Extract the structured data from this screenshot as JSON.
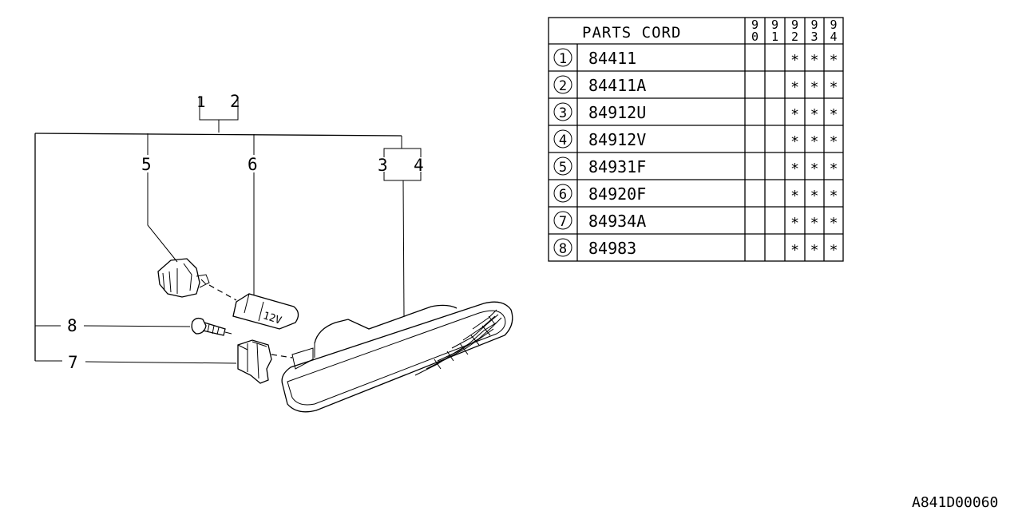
{
  "table": {
    "header": "PARTS CORD",
    "years": [
      {
        "top": "9",
        "bottom": "0"
      },
      {
        "top": "9",
        "bottom": "1"
      },
      {
        "top": "9",
        "bottom": "2"
      },
      {
        "top": "9",
        "bottom": "3"
      },
      {
        "top": "9",
        "bottom": "4"
      }
    ],
    "rows": [
      {
        "no": "1",
        "part": "84411",
        "marks": [
          "",
          "",
          "*",
          "*",
          "*"
        ]
      },
      {
        "no": "2",
        "part": "84411A",
        "marks": [
          "",
          "",
          "*",
          "*",
          "*"
        ]
      },
      {
        "no": "3",
        "part": "84912U",
        "marks": [
          "",
          "",
          "*",
          "*",
          "*"
        ]
      },
      {
        "no": "4",
        "part": "84912V",
        "marks": [
          "",
          "",
          "*",
          "*",
          "*"
        ]
      },
      {
        "no": "5",
        "part": "84931F",
        "marks": [
          "",
          "",
          "*",
          "*",
          "*"
        ]
      },
      {
        "no": "6",
        "part": "84920F",
        "marks": [
          "",
          "",
          "*",
          "*",
          "*"
        ]
      },
      {
        "no": "7",
        "part": "84934A",
        "marks": [
          "",
          "",
          "*",
          "*",
          "*"
        ]
      },
      {
        "no": "8",
        "part": "84983",
        "marks": [
          "",
          "",
          "*",
          "*",
          "*"
        ]
      }
    ]
  },
  "callouts": {
    "c1": "1",
    "c2": "2",
    "c3": "3",
    "c4": "4",
    "c5": "5",
    "c6": "6",
    "c7": "7",
    "c8": "8"
  },
  "lamp": {
    "bulb_marking": "12V"
  },
  "reference_code": "A841D00060"
}
